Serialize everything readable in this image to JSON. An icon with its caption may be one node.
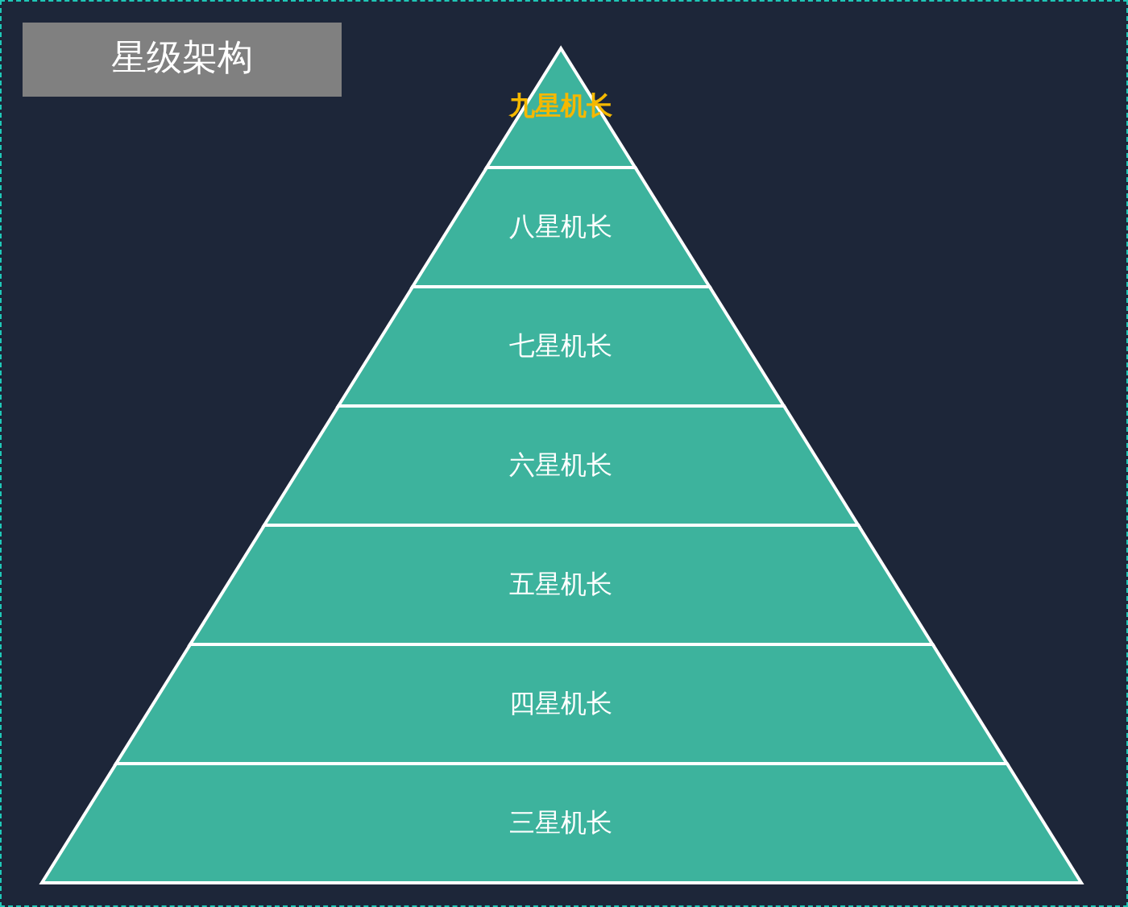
{
  "diagram": {
    "title": "星级架构",
    "nodes": [
      {
        "text": [
          "九星机长"
        ]
      },
      {
        "text": [
          "八星机长"
        ]
      },
      {
        "text": [
          "七星机长"
        ]
      },
      {
        "text": [
          "六星机长"
        ]
      },
      {
        "text": [
          "五星机长"
        ]
      },
      {
        "text": [
          "四星机长"
        ]
      },
      {
        "text": [
          "三星机长"
        ]
      }
    ]
  }
}
